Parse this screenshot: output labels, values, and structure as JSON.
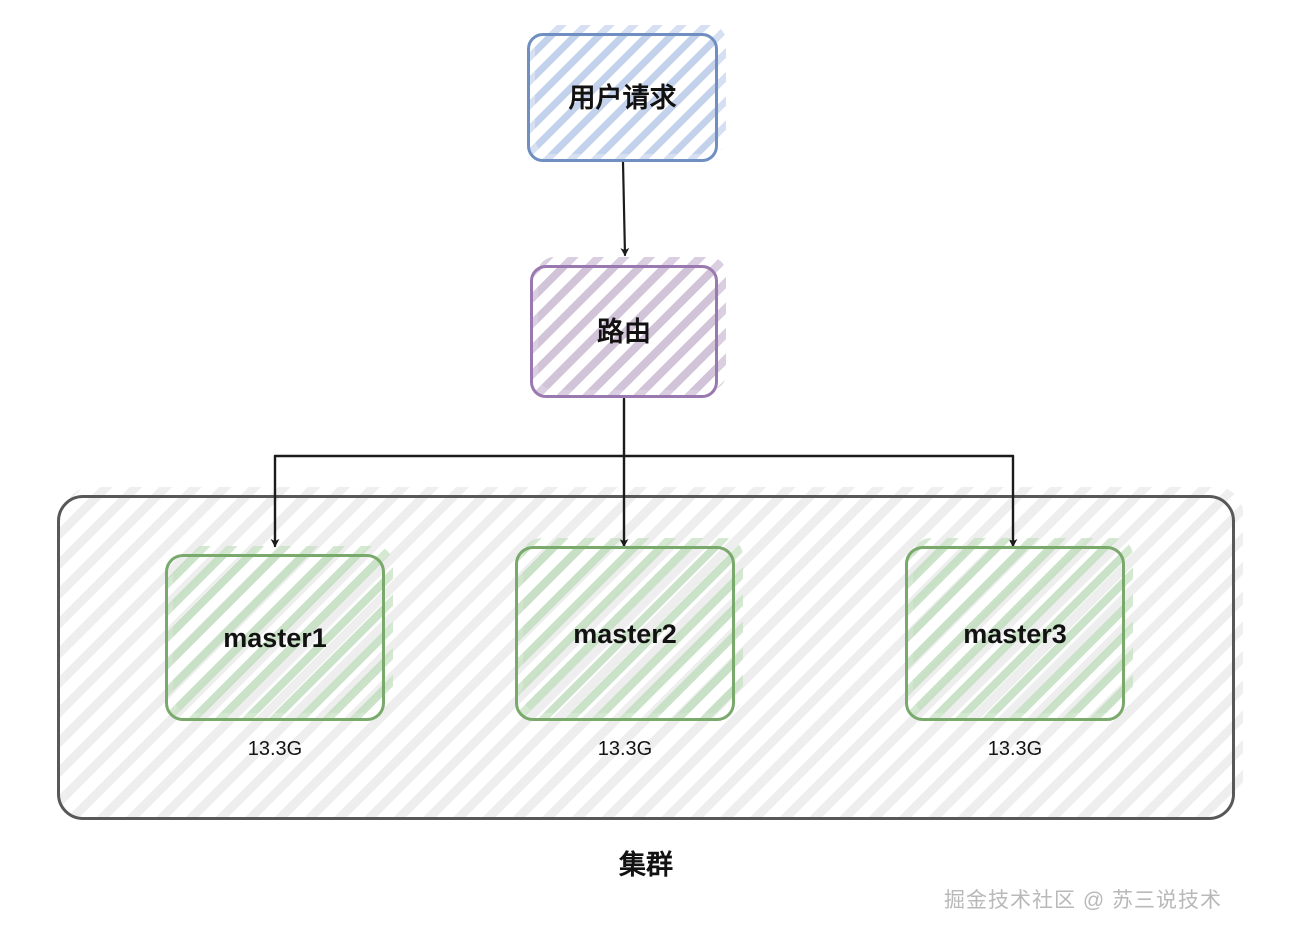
{
  "diagram": {
    "title_nodes": {
      "request": {
        "label": "用户请求"
      },
      "router": {
        "label": "路由"
      }
    },
    "cluster": {
      "label": "集群",
      "members": [
        {
          "name": "master1",
          "capacity": "13.3G"
        },
        {
          "name": "master2",
          "capacity": "13.3G"
        },
        {
          "name": "master3",
          "capacity": "13.3G"
        }
      ]
    },
    "watermark": "掘金技术社区 @ 苏三说技术",
    "colors": {
      "request_border": "#6f8fc0",
      "request_fill": "#b4c7e7",
      "router_border": "#9a79b0",
      "router_fill": "#cebfd6",
      "master_border": "#7aa96c",
      "master_fill": "#c6e0c3",
      "cluster_border": "#585858",
      "cluster_fill": "#eeeeee",
      "edge": "#1b1b1b",
      "text": "#121212",
      "watermark": "#b9b9b9"
    }
  }
}
